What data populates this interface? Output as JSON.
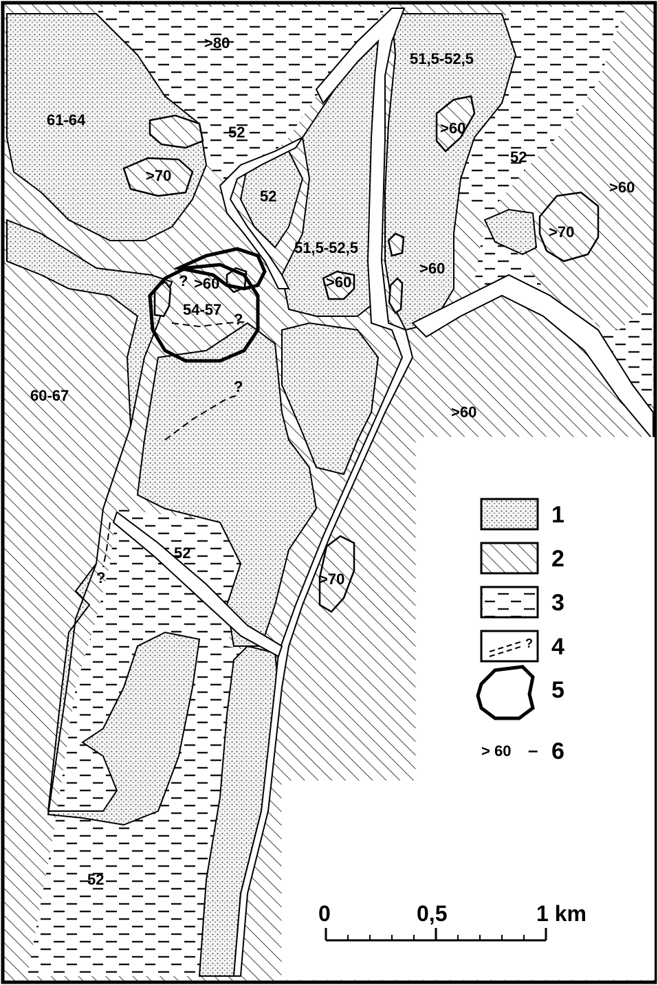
{
  "labels": {
    "gt80": ">80",
    "l6164": "61-64",
    "l52_top": "52",
    "gt70_tl": ">70",
    "l5152_top": "51,5-52,5",
    "gt60_tr1": ">60",
    "l52_right": "52",
    "gt60_right": ">60",
    "gt70_right": ">70",
    "l52_mid": "52",
    "l5152_mid": "51,5-52,5",
    "gt60_mid1": ">60",
    "gt60_mid2": ">60",
    "gt60_circle": ">60",
    "l5457": "54-57",
    "q1": "?",
    "q2": "?",
    "q3": "?",
    "q4": "?",
    "l6067": "60-67",
    "gt60_center": ">60",
    "l52_lowmid": "52",
    "gt70_low": ">70",
    "l52_bottom": "52"
  },
  "legend": {
    "items": [
      {
        "num": "1",
        "pattern": "dotted"
      },
      {
        "num": "2",
        "pattern": "diagonal-hatch"
      },
      {
        "num": "3",
        "pattern": "dashed-lines"
      },
      {
        "num": "4",
        "pattern": "dashed-line-question"
      },
      {
        "num": "5",
        "pattern": "thick-outline"
      },
      {
        "num": "6",
        "pattern": "elevation-label"
      }
    ],
    "item4_q": "?",
    "item6_value": "> 60",
    "item6_dash": "–"
  },
  "scale": {
    "ticks": [
      "0",
      "0,5"
    ],
    "end_label": "1 km"
  }
}
